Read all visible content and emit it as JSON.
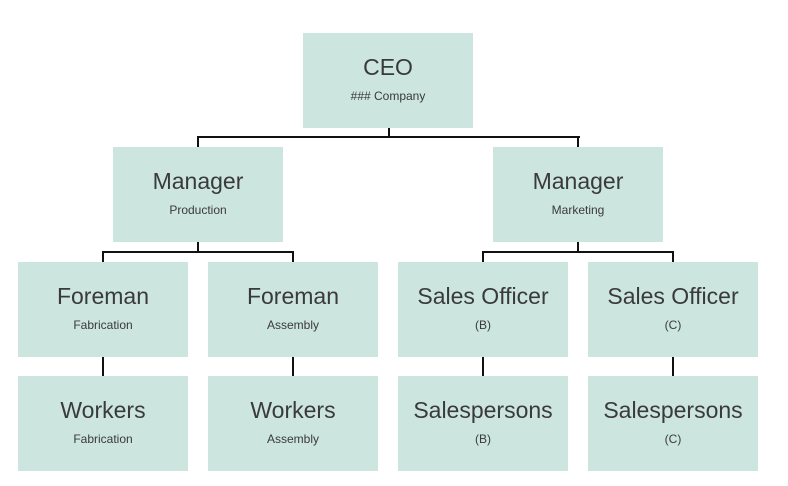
{
  "org_chart": {
    "nodes": [
      {
        "id": "ceo",
        "title": "CEO",
        "subtitle": "### Company"
      },
      {
        "id": "mgr-production",
        "title": "Manager",
        "subtitle": "Production"
      },
      {
        "id": "mgr-marketing",
        "title": "Manager",
        "subtitle": "Marketing"
      },
      {
        "id": "foreman-fabrication",
        "title": "Foreman",
        "subtitle": "Fabrication"
      },
      {
        "id": "foreman-assembly",
        "title": "Foreman",
        "subtitle": "Assembly"
      },
      {
        "id": "sales-officer-b",
        "title": "Sales Officer",
        "subtitle": "(B)"
      },
      {
        "id": "sales-officer-c",
        "title": "Sales Officer",
        "subtitle": "(C)"
      },
      {
        "id": "workers-fabrication",
        "title": "Workers",
        "subtitle": "Fabrication"
      },
      {
        "id": "workers-assembly",
        "title": "Workers",
        "subtitle": "Assembly"
      },
      {
        "id": "salespersons-b",
        "title": "Salespersons",
        "subtitle": "(B)"
      },
      {
        "id": "salespersons-c",
        "title": "Salespersons",
        "subtitle": "(C)"
      }
    ],
    "edges": [
      [
        "ceo",
        "mgr-production"
      ],
      [
        "ceo",
        "mgr-marketing"
      ],
      [
        "mgr-production",
        "foreman-fabrication"
      ],
      [
        "mgr-production",
        "foreman-assembly"
      ],
      [
        "mgr-marketing",
        "sales-officer-b"
      ],
      [
        "mgr-marketing",
        "sales-officer-c"
      ],
      [
        "foreman-fabrication",
        "workers-fabrication"
      ],
      [
        "foreman-assembly",
        "workers-assembly"
      ],
      [
        "sales-officer-b",
        "salespersons-b"
      ],
      [
        "sales-officer-c",
        "salespersons-c"
      ]
    ],
    "colors": {
      "box": "#cce5de",
      "line": "#111111",
      "text": "#3a3a3a"
    }
  }
}
